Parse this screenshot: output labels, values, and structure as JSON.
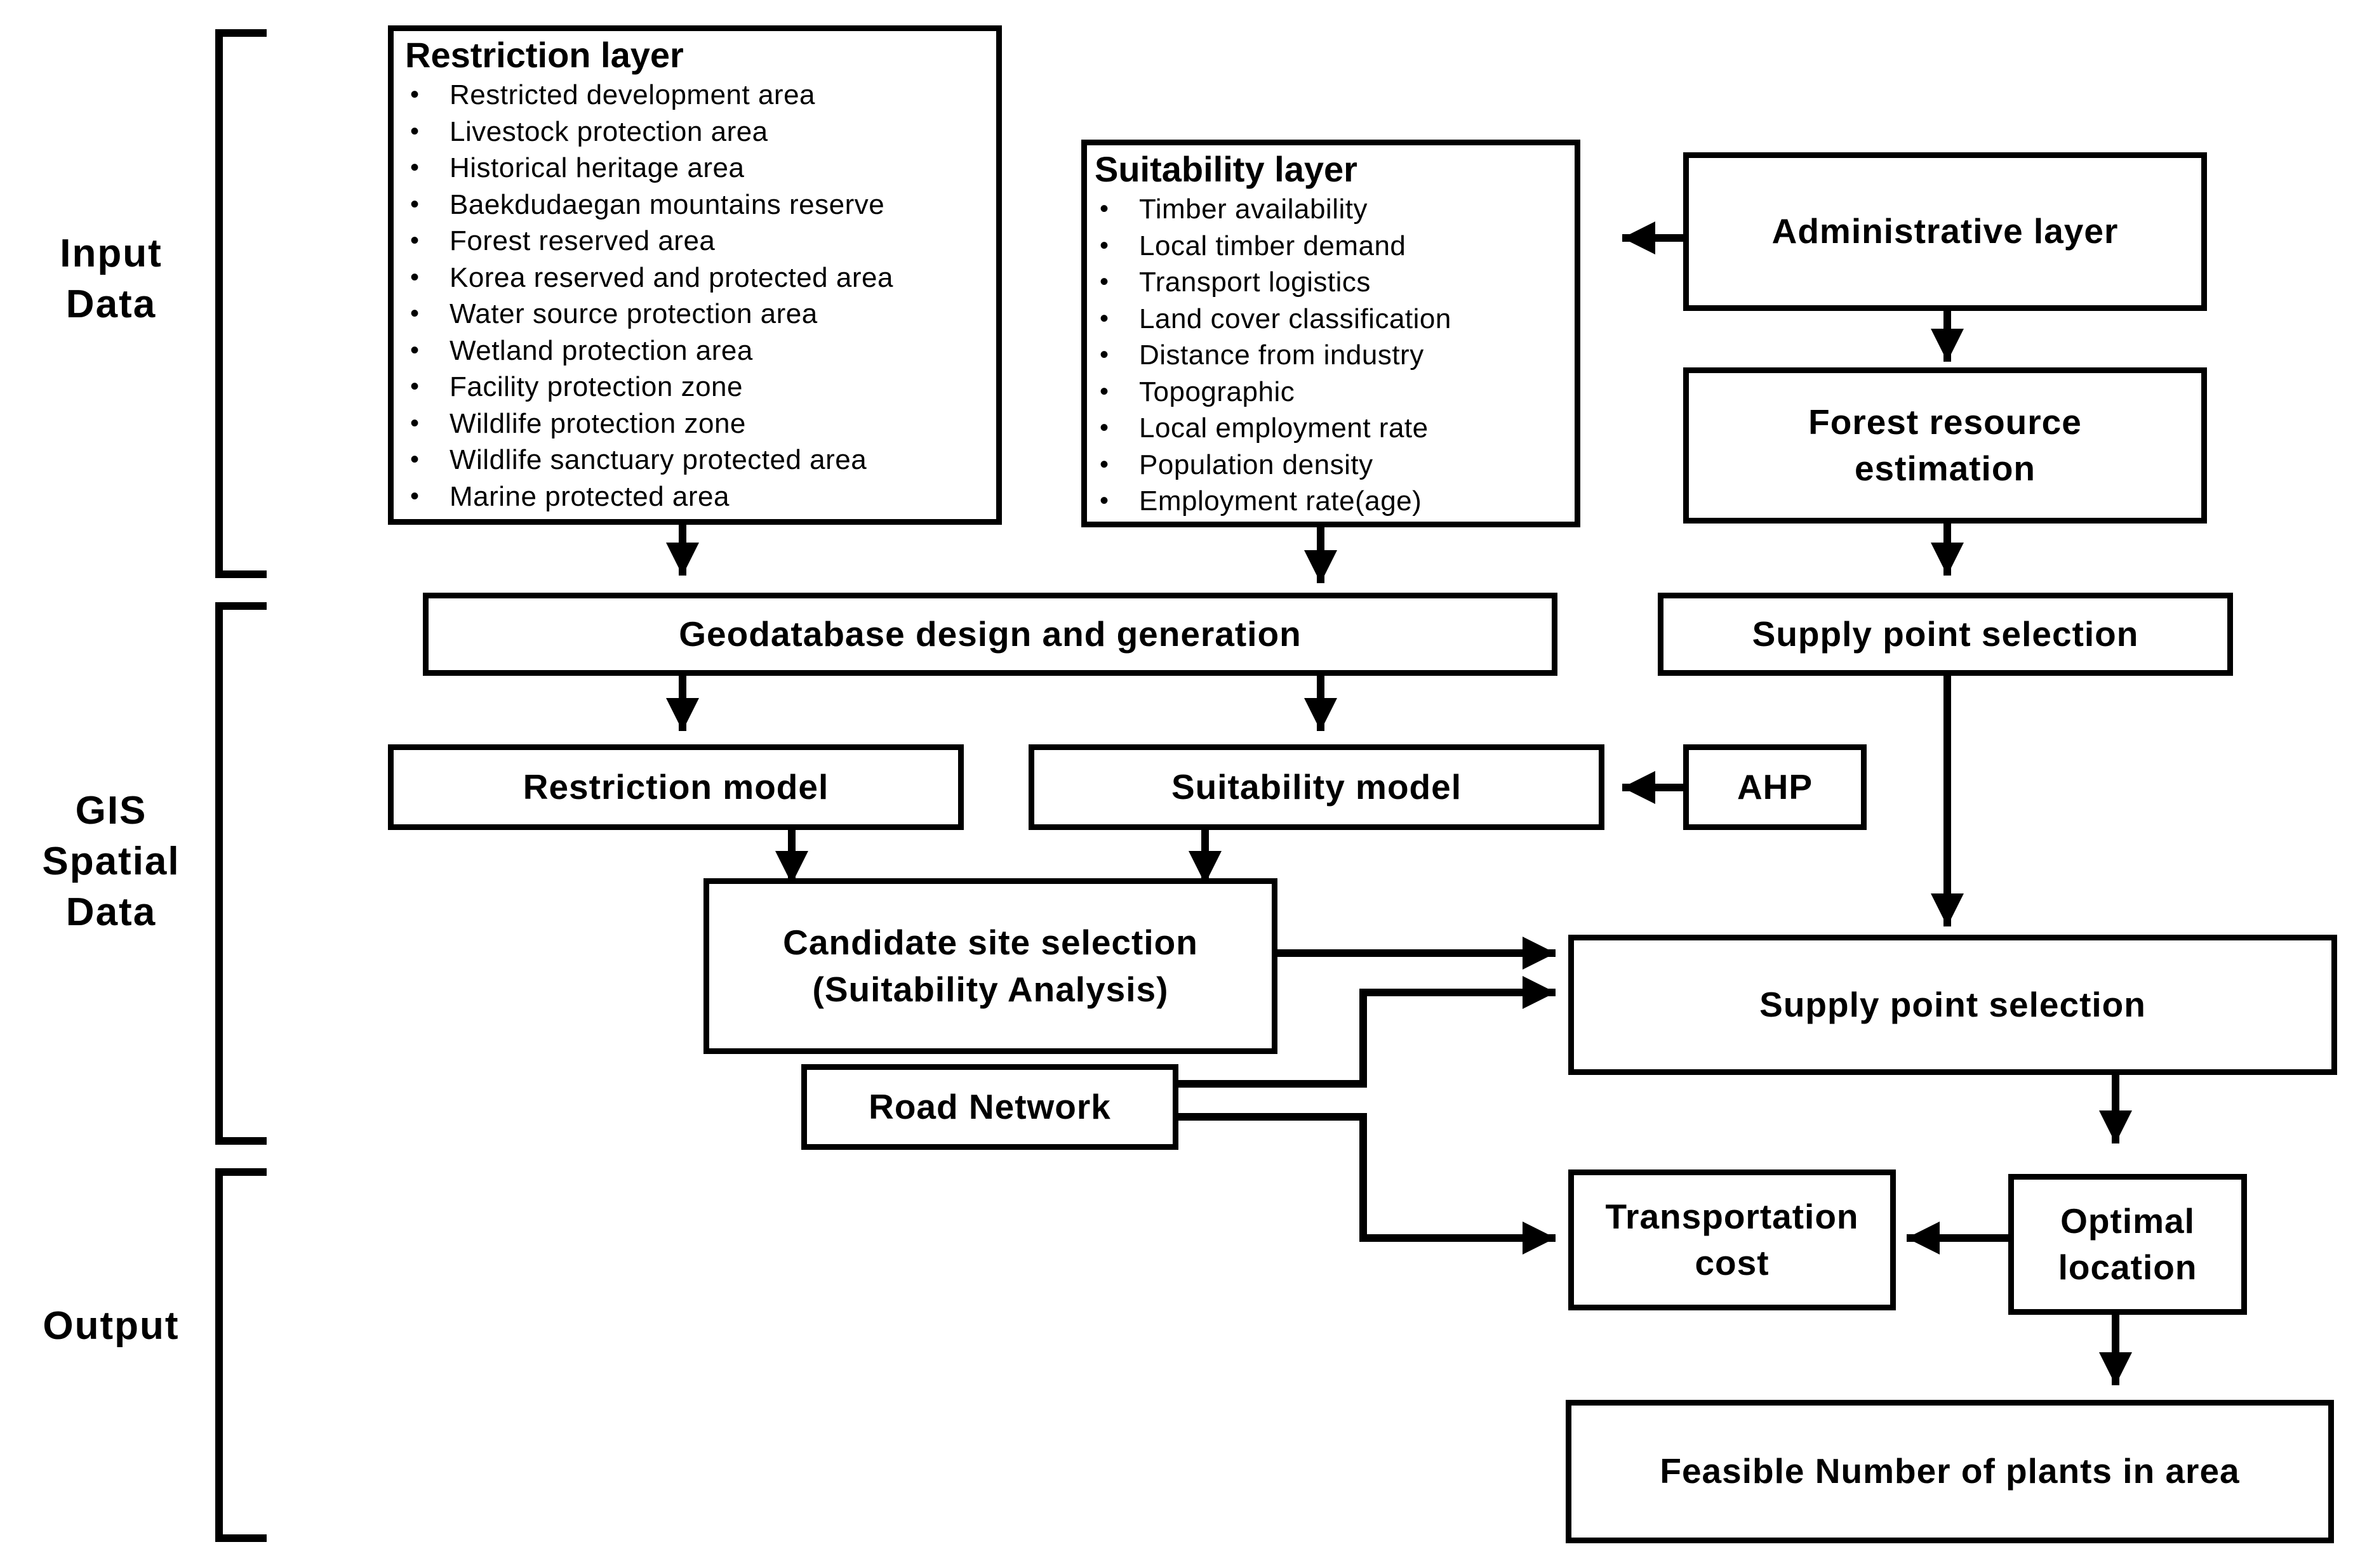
{
  "stages": {
    "input": [
      "Input",
      "Data"
    ],
    "gis": [
      "GIS",
      "Spatial",
      "Data"
    ],
    "output": "Output"
  },
  "restriction_layer": {
    "title": "Restriction layer",
    "items": [
      "Restricted development area",
      "Livestock protection area",
      "Historical heritage area",
      "Baekdudaegan mountains reserve",
      "Forest reserved area",
      "Korea reserved and protected area",
      "Water source protection area",
      "Wetland protection area",
      "Facility protection zone",
      "Wildlife protection zone",
      "Wildlife sanctuary protected area",
      "Marine protected area"
    ]
  },
  "suitability_layer": {
    "title": "Suitability layer",
    "items": [
      "Timber availability",
      "Local timber demand",
      "Transport logistics",
      "Land cover classification",
      "Distance from industry",
      "Topographic",
      "Local employment rate",
      "Population density",
      "Employment rate(age)"
    ]
  },
  "bullet": "•",
  "nodes": {
    "administrative_layer": "Administrative layer",
    "forest_resource_estimation": [
      "Forest resource",
      "estimation"
    ],
    "supply_point_selection_top": "Supply point selection",
    "geodatabase": "Geodatabase design and generation",
    "restriction_model": "Restriction model",
    "suitability_model": "Suitability model",
    "ahp": "AHP",
    "candidate_site_selection": [
      "Candidate site selection",
      "(Suitability Analysis)"
    ],
    "road_network": "Road Network",
    "supply_point_selection_main": "Supply point selection",
    "transportation_cost": [
      "Transportation",
      "cost"
    ],
    "optimal_location": [
      "Optimal",
      "location"
    ],
    "feasible_plants": "Feasible Number of plants in area"
  }
}
